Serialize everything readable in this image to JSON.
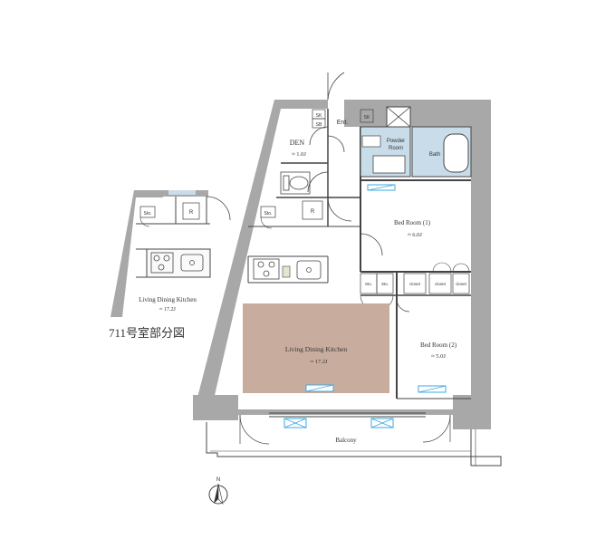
{
  "rooms": {
    "den": {
      "name": "DEN",
      "size": "≈ 1.0J"
    },
    "ent": {
      "name": "Ent."
    },
    "powder": {
      "name": "Powder",
      "name2": "Room"
    },
    "bath": {
      "name": "Bath"
    },
    "bed1": {
      "name": "Bed Room (1)",
      "size": "≈ 6.0J"
    },
    "ldk": {
      "name": "Living Dining Kitchen",
      "size": "≈ 17.2J"
    },
    "bed2": {
      "name": "Bed Room (2)",
      "size": "≈ 5.0J"
    },
    "balcony": {
      "name": "Balcony"
    }
  },
  "storage": {
    "sk1": "SK",
    "sb1": "SB",
    "sk2": "SK",
    "sto1": "Sto.",
    "r1": "R",
    "sto2": "Sto.",
    "sto3": "Sto.",
    "closet1": "closet",
    "closet2": "closet",
    "closet3": "closet"
  },
  "inset": {
    "ldk_name": "Living Dining Kitchen",
    "ldk_size": "≈ 17.2J",
    "sto": "Sto.",
    "r": "R",
    "caption": "711号室部分図"
  },
  "compass": {
    "label": "N"
  },
  "colors": {
    "wall": "#a8a8a8",
    "floor_highlight": "#c8ad9e",
    "wet_area": "#c9dcea",
    "window": "#3fa9e0",
    "line": "#444444"
  }
}
